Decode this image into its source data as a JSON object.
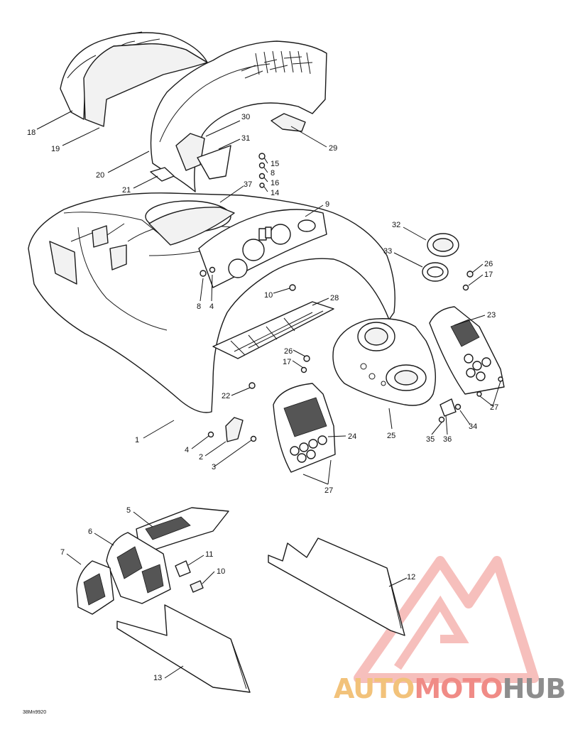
{
  "diagram": {
    "callouts": [
      "18",
      "19",
      "20",
      "21",
      "30",
      "31",
      "29",
      "15",
      "8",
      "16",
      "14",
      "37",
      "9",
      "32",
      "33",
      "26",
      "17",
      "23",
      "8",
      "4",
      "10",
      "28",
      "26",
      "17",
      "22",
      "1",
      "4",
      "2",
      "3",
      "24",
      "27",
      "25",
      "35",
      "36",
      "34",
      "27",
      "5",
      "6",
      "7",
      "11",
      "10",
      "12",
      "13"
    ],
    "drawing_code": "38Mn9920"
  },
  "watermark": {
    "part1": "AUTO",
    "part2": "MOTO",
    "part3": "HUB",
    "colors": {
      "auto": "#f2c27a",
      "moto": "#f08b86",
      "hub": "#8d8d8d",
      "logo": "#f4a8a4"
    }
  }
}
